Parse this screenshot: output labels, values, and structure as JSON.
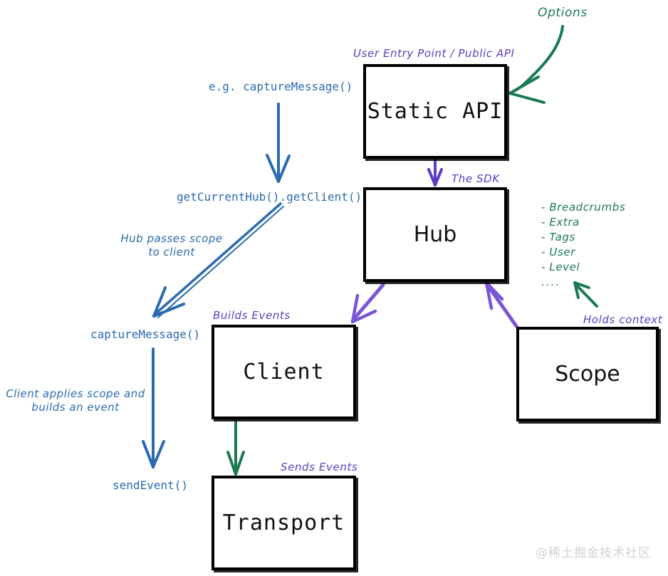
{
  "diagram": {
    "title": "Sentry SDK architecture (hand-drawn)",
    "colors": {
      "box_border": "#000000",
      "purple": "#5b3dc4",
      "green": "#1b7a52",
      "blue": "#2a6bb0",
      "watermark": "#d2d2d2"
    },
    "nodes": [
      {
        "id": "static-api",
        "label": "Static API"
      },
      {
        "id": "hub",
        "label": "Hub"
      },
      {
        "id": "client",
        "label": "Client"
      },
      {
        "id": "transport",
        "label": "Transport"
      },
      {
        "id": "scope",
        "label": "Scope"
      }
    ],
    "annotations": {
      "options": "Options",
      "user_entry_point": "User Entry Point / Public API",
      "eg_capture_message": "e.g. captureMessage()",
      "the_sdk": "The SDK",
      "get_current_hub": "getCurrentHub().getClient()",
      "hub_passes_scope_line1": "Hub passes scope",
      "hub_passes_scope_line2": "to client",
      "capture_message": "captureMessage()",
      "builds_events": "Builds Events",
      "client_applies_line1": "Client applies scope and",
      "client_applies_line2": "builds an event",
      "send_event": "sendEvent()",
      "sends_events": "Sends Events",
      "holds_context": "Holds context"
    },
    "context_list": [
      "- Breadcrumbs",
      "- Extra",
      "- Tags",
      "- User",
      "- Level",
      "...."
    ],
    "watermark": "@稀土掘金技术社区"
  }
}
